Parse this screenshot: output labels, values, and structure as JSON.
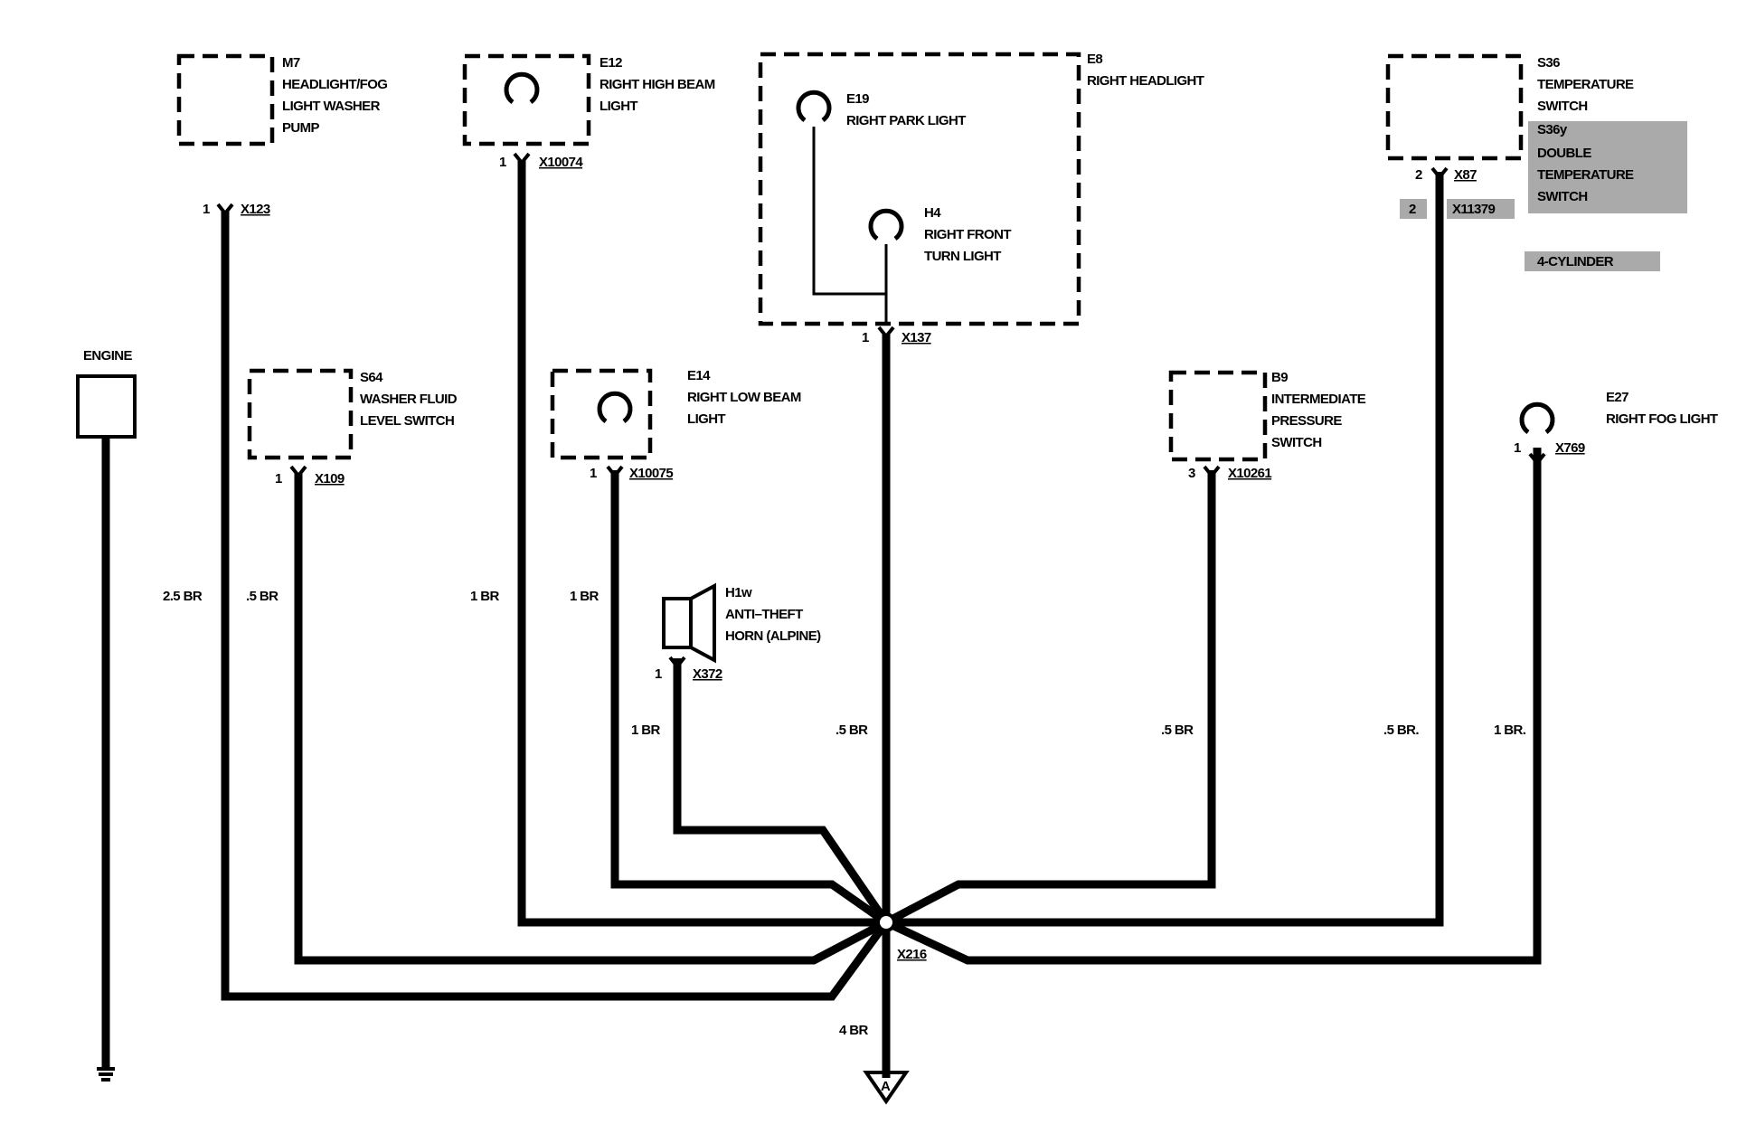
{
  "components": {
    "m7": {
      "code": "M7",
      "line1": "HEADLIGHT/FOG",
      "line2": "LIGHT WASHER",
      "line3": "PUMP"
    },
    "e12": {
      "code": "E12",
      "line1": "RIGHT HIGH BEAM",
      "line2": "LIGHT"
    },
    "e8": {
      "code": "E8",
      "line1": "RIGHT HEADLIGHT"
    },
    "e19": {
      "code": "E19",
      "line1": "RIGHT PARK LIGHT"
    },
    "h4": {
      "code": "H4",
      "line1": "RIGHT FRONT",
      "line2": "TURN LIGHT"
    },
    "s36": {
      "code": "S36",
      "line1": "TEMPERATURE",
      "line2": "SWITCH"
    },
    "s36y": {
      "code": "S36y",
      "line1": "DOUBLE",
      "line2": "TEMPERATURE",
      "line3": "SWITCH"
    },
    "four_cyl": "4-CYLINDER",
    "engine": "ENGINE",
    "s64": {
      "code": "S64",
      "line1": "WASHER FLUID",
      "line2": "LEVEL SWITCH"
    },
    "e14": {
      "code": "E14",
      "line1": "RIGHT LOW BEAM",
      "line2": "LIGHT"
    },
    "b9": {
      "code": "B9",
      "line1": "INTERMEDIATE",
      "line2": "PRESSURE",
      "line3": "SWITCH"
    },
    "e27": {
      "code": "E27",
      "line1": "RIGHT FOG LIGHT"
    },
    "h1w": {
      "code": "H1w",
      "line1": "ANTI–THEFT",
      "line2": "HORN (ALPINE)"
    }
  },
  "connectors": {
    "x123": {
      "pin": "1",
      "name": "X123"
    },
    "x10074": {
      "pin": "1",
      "name": "X10074"
    },
    "x137": {
      "pin": "1",
      "name": "X137"
    },
    "x87": {
      "pin": "2",
      "name": "X87"
    },
    "x11379": {
      "pin": "2",
      "name": "X11379"
    },
    "x109": {
      "pin": "1",
      "name": "X109"
    },
    "x10075": {
      "pin": "1",
      "name": "X10075"
    },
    "x10261": {
      "pin": "3",
      "name": "X10261"
    },
    "x769": {
      "pin": "1",
      "name": "X769"
    },
    "x372": {
      "pin": "1",
      "name": "X372"
    },
    "x216": {
      "name": "X216"
    }
  },
  "wires": {
    "m7": "2.5 BR",
    "s64": ".5 BR",
    "e12": "1 BR",
    "e14": "1 BR",
    "h1w": "1 BR",
    "e8": ".5 BR",
    "b9": ".5 BR",
    "s36": ".5 BR.",
    "e27": "1 BR.",
    "ground": "4 BR"
  },
  "ground_symbol_label": "A"
}
